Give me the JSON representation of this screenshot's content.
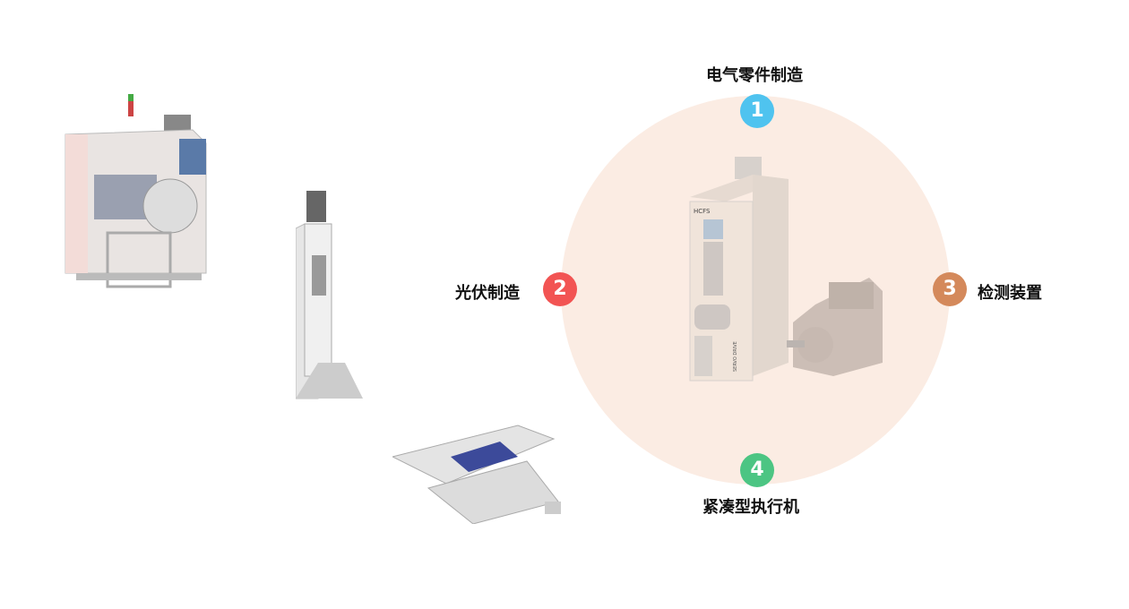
{
  "center_product": {
    "brand_text": "HCFS",
    "model_text": "SERVO DRIVE"
  },
  "applications": [
    {
      "number": "1",
      "label": "电气零件制造",
      "color": "#4fc3ef"
    },
    {
      "number": "2",
      "label": "光伏制造",
      "color": "#f25453"
    },
    {
      "number": "3",
      "label": "检测装置",
      "color": "#d4895b"
    },
    {
      "number": "4",
      "label": "紧凑型执行机",
      "color": "#4cc583"
    }
  ],
  "colors": {
    "ring": "#fbece3"
  }
}
